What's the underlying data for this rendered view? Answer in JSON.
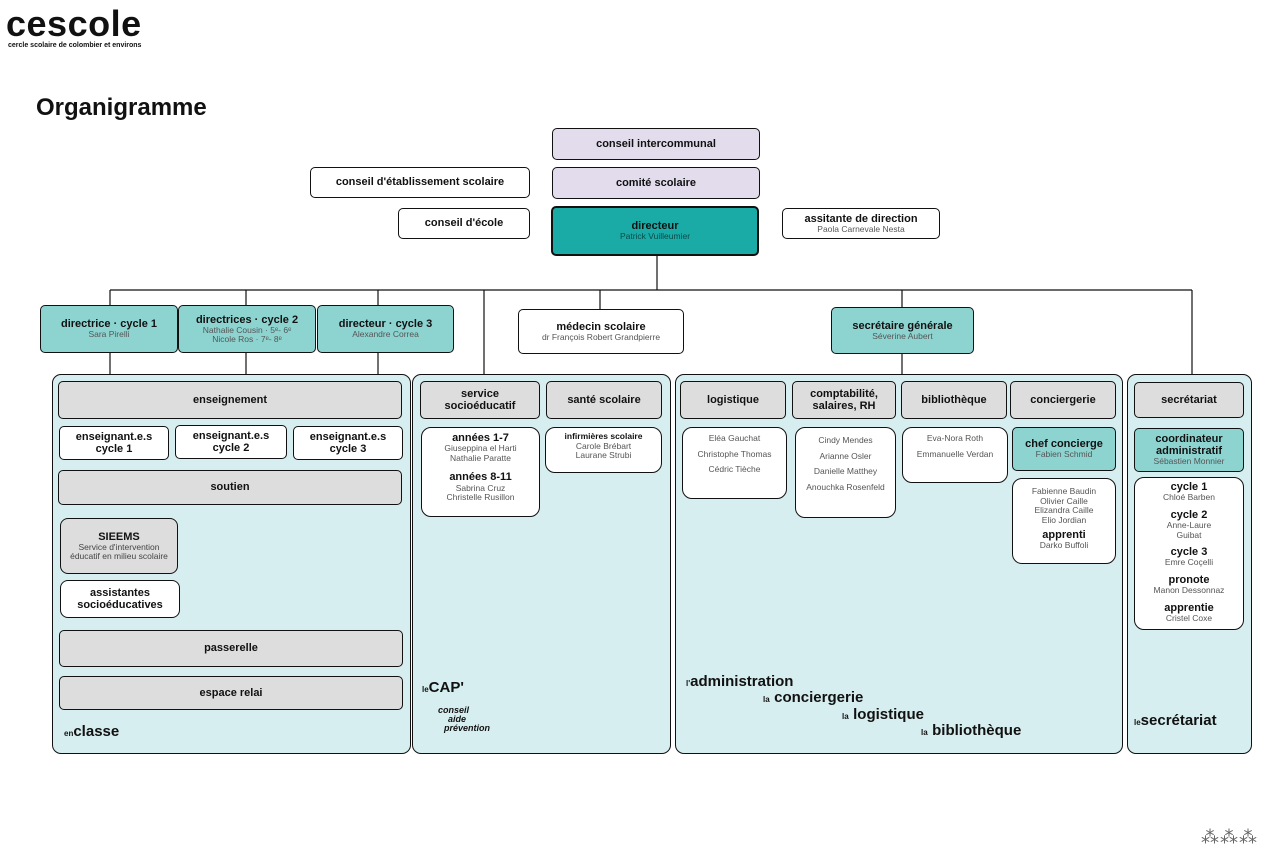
{
  "brand": {
    "logo": "cescole",
    "tagline": "cercle scolaire de colombier et environs"
  },
  "page_title": "Organigramme",
  "top": {
    "conseil_intercommunal": "conseil intercommunal",
    "comite_scolaire": "comité scolaire",
    "conseil_etablissement": "conseil d'établissement scolaire",
    "conseil_ecole": "conseil d'école",
    "directeur": {
      "title": "directeur",
      "name": "Patrick Vuilleumier"
    },
    "assistante": {
      "title": "assitante de direction",
      "name": "Paola Carnevale Nesta"
    }
  },
  "level2": {
    "cycle1": {
      "title": "directrice · cycle 1",
      "name": "Sara Pirelli"
    },
    "cycle2": {
      "title": "directrices · cycle 2",
      "name1": "Nathalie Cousin · 5ᵉ- 6ᵉ",
      "name2": "Nicole Ros · 7ᵉ- 8ᵉ"
    },
    "cycle3": {
      "title": "directeur · cycle 3",
      "name": "Alexandre Correa"
    },
    "medecin": {
      "title": "médecin scolaire",
      "name": "dr François Robert Grandpierre"
    },
    "secretaire": {
      "title": "secrétaire générale",
      "name": "Séverine Aubert"
    }
  },
  "classe": {
    "enseignement": "enseignement",
    "ens1": "enseignant.e.s cycle 1",
    "ens2": "enseignant.e.s cycle 2",
    "ens3": "enseignant.e.s cycle 3",
    "soutien": "soutien",
    "sieems_title": "SIEEMS",
    "sieems_desc": "Service d'intervention éducatif en milieu scolaire",
    "assistantes": "assistantes socioéducatives",
    "passerelle": "passerelle",
    "espace_relai": "espace relai",
    "label_article": "en",
    "label_word": "classe"
  },
  "cap": {
    "service": "service socioéducatif",
    "sante": "santé scolaire",
    "annees17_title": "années 1-7",
    "annees17_names": [
      "Giuseppina el Harti",
      "Nathalie Paratte"
    ],
    "annees811_title": "années 8-11",
    "annees811_names": [
      "Sabrina Cruz",
      "Christelle Rusillon"
    ],
    "infirmieres_title": "infirmières scolaire",
    "infirmieres_names": [
      "Carole Brébart",
      "Laurane Strubi"
    ],
    "label_article": "le",
    "label_word": "CAP'",
    "label_desc": [
      "conseil",
      "aide",
      "prévention"
    ]
  },
  "admin": {
    "logistique": "logistique",
    "compta": "comptabilité, salaires, RH",
    "biblio": "bibliothèque",
    "concierge": "conciergerie",
    "logistique_names": [
      "Eléa Gauchat",
      "Christophe Thomas",
      "Cédric Tièche"
    ],
    "compta_names": [
      "Cindy Mendes",
      "Arianne Osler",
      "Danielle Matthey",
      "Anouchka Rosenfeld"
    ],
    "biblio_names": [
      "Eva-Nora Roth",
      "Emmanuelle Verdan"
    ],
    "chef_title": "chef concierge",
    "chef_name": "Fabien Schmid",
    "concierge_names": [
      "Fabienne Baudin",
      "Olivier Caille",
      "Elizandra Caille",
      "Elio Jordian"
    ],
    "apprenti_title": "apprenti",
    "apprenti_name": "Darko Buffoli",
    "labels": [
      {
        "article": "l'",
        "word": "administration"
      },
      {
        "article": "la",
        "word": "conciergerie"
      },
      {
        "article": "la",
        "word": "logistique"
      },
      {
        "article": "la",
        "word": "bibliothèque"
      }
    ]
  },
  "secretariat": {
    "head": "secrétariat",
    "coord_title": "coordinateur administratif",
    "coord_name": "Sébastien Monnier",
    "items": [
      {
        "title": "cycle 1",
        "name": "Chloé Barben"
      },
      {
        "title": "cycle 2",
        "name": "Anne-Laure Guibat"
      },
      {
        "title": "cycle 3",
        "name": "Emre Coçelli"
      },
      {
        "title": "pronote",
        "name": "Manon Dessonnaz"
      },
      {
        "title": "apprentie",
        "name": "Cristel Coxe"
      }
    ],
    "label_article": "le",
    "label_word": "secrétariat"
  },
  "footer_mark": "⁂⁂⁂"
}
